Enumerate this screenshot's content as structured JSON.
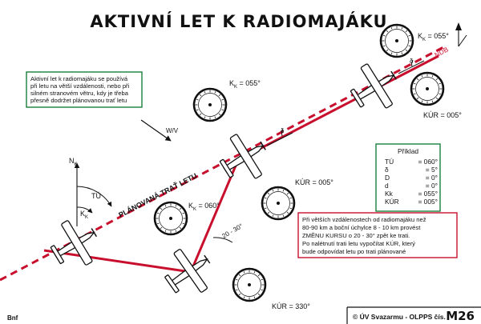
{
  "title": "AKTIVNÍ LET K RADIOMAJÁKU",
  "intro_note": [
    "Aktivní let k radiomajáku se používá",
    "při letu na větší vzdálenosti, nebo při",
    "silném stranovém větru, kdy je třeba",
    "přesně dodržet plánovanou trať letu"
  ],
  "wind_label": "W/V",
  "track_label": "PLÁNOVANÁ TRAŤ LETU",
  "beacon_label": "NDB",
  "north_label": "N",
  "north_sub": "K",
  "angle_tu": "TÚ",
  "angle_k": "K",
  "angle_k_sub": "K",
  "angle_delta": "δ",
  "correction_angle": "20 - 30°",
  "heading_labels": [
    {
      "main": "K",
      "sub": "K",
      "value": " = 055°"
    },
    {
      "main": "K",
      "sub": "K",
      "value": " = 055°"
    },
    {
      "main": "K",
      "sub": "K",
      "value": " = 060°"
    }
  ],
  "kur_labels": [
    "KÚR = 005°",
    "KÚR = 005°",
    "KÚR = 330°"
  ],
  "example": {
    "heading": "Příklad",
    "rows": [
      {
        "k": "TÚ",
        "v": "= 060°"
      },
      {
        "k": "δ",
        "v": "= 5°"
      },
      {
        "k": "D",
        "v": "= 0°"
      },
      {
        "k": "d",
        "v": "= 0°"
      },
      {
        "k": "Kk",
        "v": "= 055°"
      },
      {
        "k": "KÚR",
        "v": "= 005°"
      }
    ]
  },
  "correction_note": [
    "Při větších vzdálenostech od radiomajáku než",
    "80-90 km a boční úchylce 8 - 10 km provést",
    "ZMĚNU KURSU o 20 - 30° zpět ke trati.",
    "Po nalétnutí trati letu vypočítat KÚR, který",
    "bude odpovídat letu po trati plánované"
  ],
  "footer": {
    "org": "© ÚV Svazarmu - OLPPS čís.",
    "code": "M26",
    "artist": "Bnf"
  },
  "colors": {
    "track": "#c8102e",
    "ink": "#111111",
    "note_border": "#1a7f3c",
    "correction_border": "#c8102e",
    "example_border": "#1a7f3c"
  }
}
